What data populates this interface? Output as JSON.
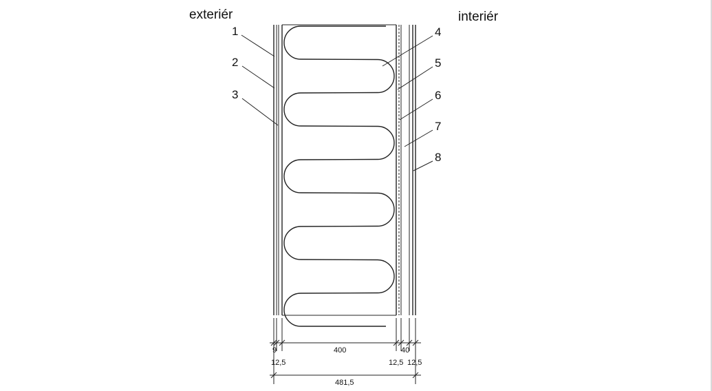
{
  "labels": {
    "exterior": "exteriér",
    "interior": "interiér"
  },
  "callouts": [
    "1",
    "2",
    "3",
    "4",
    "5",
    "6",
    "7",
    "8"
  ],
  "dimensions": {
    "layer_9": "9",
    "layer_400": "400",
    "layer_40": "40",
    "layer_12_5_left": "12,5",
    "layer_12_5_mid": "12,5",
    "layer_12_5_right": "12,5",
    "total": "481,5"
  },
  "colors": {
    "line": "#222222",
    "background": "#ffffff"
  }
}
